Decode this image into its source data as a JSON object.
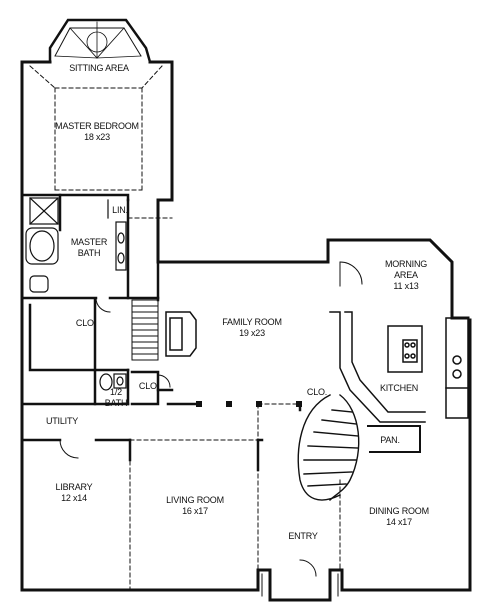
{
  "rooms": {
    "sitting_area": {
      "name": "SITTING AREA"
    },
    "master_bedroom": {
      "name": "MASTER BEDROOM",
      "size": "18 x23"
    },
    "lin": {
      "name": "LIN."
    },
    "master_bath": {
      "name": "MASTER",
      "name2": "BATH"
    },
    "clo_master": {
      "name": "CLO."
    },
    "half_bath": {
      "name": "1/2",
      "name2": "BATH"
    },
    "clo_hall": {
      "name": "CLO."
    },
    "utility": {
      "name": "UTILITY"
    },
    "family_room": {
      "name": "FAMILY ROOM",
      "size": "19 x23"
    },
    "morning_area": {
      "name": "MORNING",
      "name2": "AREA",
      "size": "11 x13"
    },
    "kitchen": {
      "name": "KITCHEN"
    },
    "clo_stair": {
      "name": "CLO."
    },
    "pantry": {
      "name": "PAN."
    },
    "library": {
      "name": "LIBRARY",
      "size": "12 x14"
    },
    "living_room": {
      "name": "LIVING ROOM",
      "size": "16 x17"
    },
    "dining_room": {
      "name": "DINING ROOM",
      "size": "14 x17"
    },
    "entry": {
      "name": "ENTRY"
    }
  },
  "colors": {
    "wall": "#111111",
    "fixture": "#222222",
    "background": "#ffffff"
  }
}
